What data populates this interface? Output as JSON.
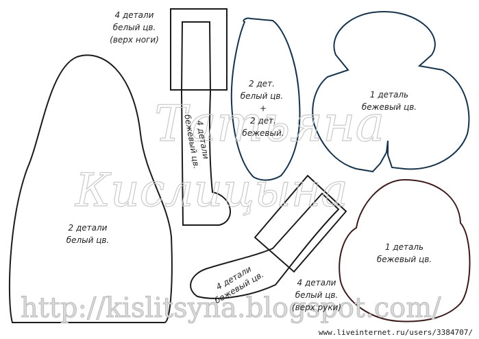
{
  "colors": {
    "outline_black": "#1a1a1a",
    "outline_dark_blue": "#16324a",
    "outline_dark_brown": "#3a1a1a",
    "watermark": "#c9c9c9"
  },
  "pieces": {
    "leg_top": {
      "lines": [
        "4 детали",
        "белый цв.",
        "(верх ноги)"
      ]
    },
    "leg": {
      "lines": [
        "4 детали",
        "бежевый цв."
      ]
    },
    "body": {
      "lines": [
        "2 детали",
        "белый цв."
      ]
    },
    "ear": {
      "lines": [
        "2 дет.",
        "белый цв.",
        "+",
        "2 дет.",
        "бежевый."
      ]
    },
    "top_right": {
      "lines": [
        "1 деталь",
        "бежевый цв."
      ]
    },
    "head": {
      "lines": [
        "1 деталь",
        "бежевый цв."
      ]
    },
    "arm": {
      "lines": [
        "4 детали",
        "бежевый цв."
      ]
    },
    "arm_top": {
      "lines": [
        "4 детали",
        "белый цв.",
        "(верх руки)"
      ]
    }
  },
  "watermark": {
    "signature_line1": "Татьяна",
    "signature_line2": "Кислицына",
    "url": "http://kislitsyna.blogspot.com/"
  },
  "credit": "www.liveinternet.ru/users/3384707/"
}
